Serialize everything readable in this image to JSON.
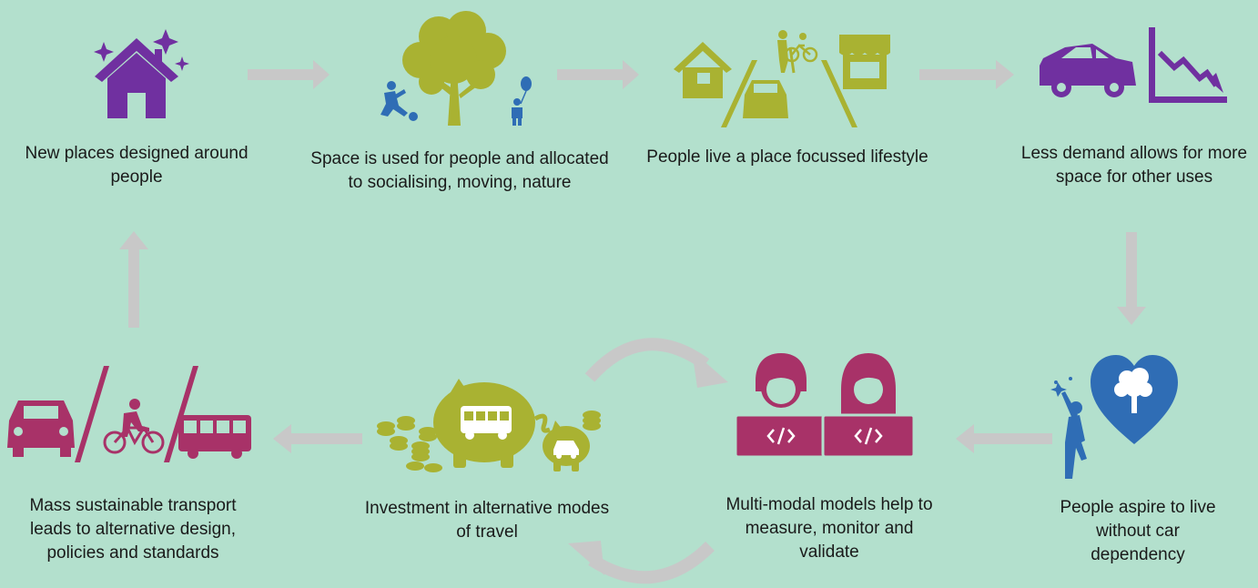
{
  "colors": {
    "background": "#b3e0cd",
    "purple": "#7030a0",
    "olive": "#a9b232",
    "magenta": "#a83268",
    "blue": "#2f6db5",
    "arrow": "#c8c8c8"
  },
  "steps": [
    {
      "icon": "house-sparkle-icon",
      "label": "New places designed around people"
    },
    {
      "icon": "tree-people-icon",
      "label": "Space is used for people and allocated to socialising, moving, nature"
    },
    {
      "icon": "street-shops-icon",
      "label": "People live a place focussed lifestyle"
    },
    {
      "icon": "car-decline-icon",
      "label": "Less demand allows for more space for other uses"
    },
    {
      "icon": "heart-tree-person-icon",
      "label": "People aspire to live without car dependency"
    },
    {
      "icon": "developers-laptops-icon",
      "label": "Multi-modal models help to measure, monitor and validate"
    },
    {
      "icon": "piggy-bank-coins-icon",
      "label": "Investment in alternative modes of travel"
    },
    {
      "icon": "car-bike-bus-icon",
      "label": "Mass sustainable transport leads to alternative design, policies and standards"
    }
  ]
}
